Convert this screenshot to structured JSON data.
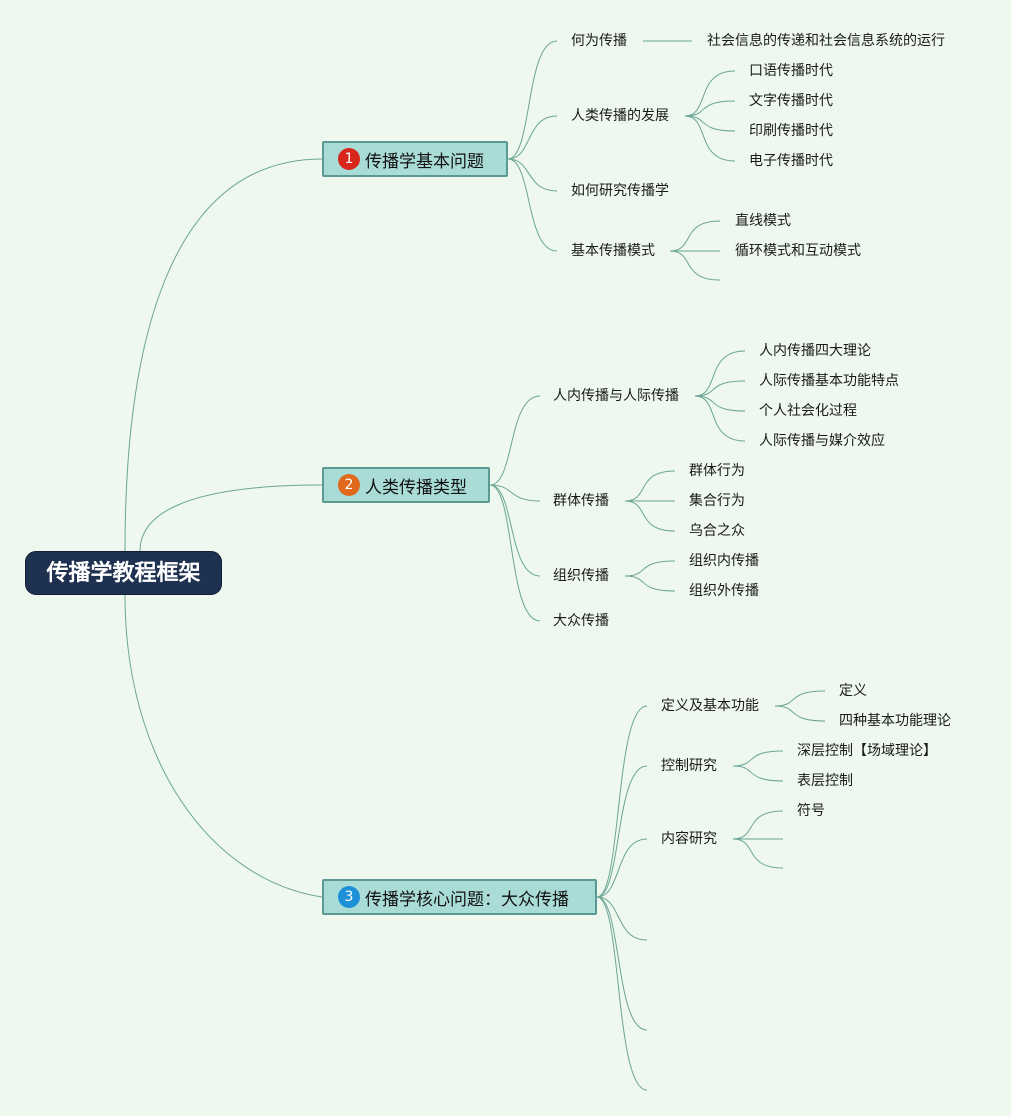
{
  "root": {
    "label": "传播学教程框架"
  },
  "topics": [
    {
      "number": "1",
      "badge_color": "#d9261c",
      "label": "传播学基本问题",
      "children": [
        {
          "label": "何为传播",
          "children": [
            {
              "label": "社会信息的传递和社会信息系统的运行"
            }
          ]
        },
        {
          "label": "人类传播的发展",
          "children": [
            {
              "label": "口语传播时代"
            },
            {
              "label": "文字传播时代"
            },
            {
              "label": "印刷传播时代"
            },
            {
              "label": "电子传播时代"
            }
          ]
        },
        {
          "label": "如何研究传播学",
          "children": []
        },
        {
          "label": "基本传播模式",
          "children": [
            {
              "label": "直线模式"
            },
            {
              "label": "循环模式和互动模式"
            },
            {
              "label": ""
            }
          ]
        }
      ]
    },
    {
      "number": "2",
      "badge_color": "#e0691d",
      "label": "人类传播类型",
      "children": [
        {
          "label": "人内传播与人际传播",
          "children": [
            {
              "label": "人内传播四大理论"
            },
            {
              "label": "人际传播基本功能特点"
            },
            {
              "label": "个人社会化过程"
            },
            {
              "label": "人际传播与媒介效应"
            }
          ]
        },
        {
          "label": "群体传播",
          "children": [
            {
              "label": "群体行为"
            },
            {
              "label": "集合行为"
            },
            {
              "label": "乌合之众"
            }
          ]
        },
        {
          "label": "组织传播",
          "children": [
            {
              "label": "组织内传播"
            },
            {
              "label": "组织外传播"
            }
          ]
        },
        {
          "label": "大众传播",
          "children": []
        }
      ]
    },
    {
      "number": "3",
      "badge_color": "#1e90d8",
      "label": "传播学核心问题：大众传播",
      "children": [
        {
          "label": "定义及基本功能",
          "children": [
            {
              "label": "定义"
            },
            {
              "label": "四种基本功能理论"
            }
          ]
        },
        {
          "label": "控制研究",
          "children": [
            {
              "label": "深层控制【场域理论】"
            },
            {
              "label": "表层控制"
            }
          ]
        },
        {
          "label": "内容研究",
          "children": [
            {
              "label": "符号"
            },
            {
              "label": ""
            },
            {
              "label": ""
            }
          ]
        },
        {
          "label": "",
          "children": []
        },
        {
          "label": "",
          "children": []
        },
        {
          "label": "",
          "children": []
        }
      ]
    }
  ],
  "colors": {
    "line": "#6aa596",
    "root_bg": "#1f3150",
    "topic_bg": "#a9dbd7",
    "topic_border": "#5b9a92",
    "background": "#eef8ee"
  }
}
